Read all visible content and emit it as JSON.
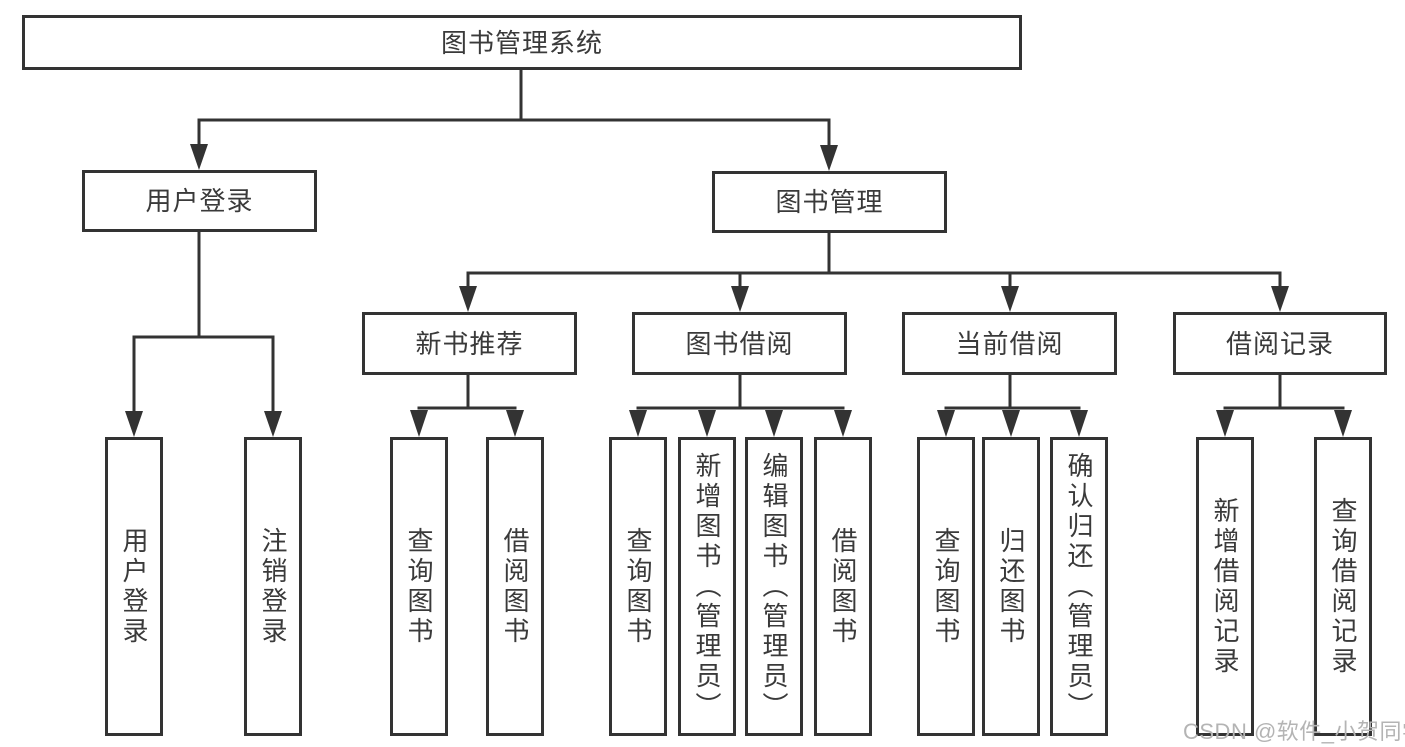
{
  "colors": {
    "border": "#333333",
    "line": "#333333",
    "text": "#3a3a3a",
    "watermark": "#b4b4b4",
    "background": "#ffffff"
  },
  "watermark": {
    "text": "CSDN @软件_小贺同学"
  },
  "tree": {
    "label": "图书管理系统",
    "children": [
      {
        "label": "用户登录",
        "children": [
          {
            "label": "用户登录"
          },
          {
            "label": "注销登录"
          }
        ]
      },
      {
        "label": "图书管理",
        "children": [
          {
            "label": "新书推荐",
            "children": [
              {
                "label": "查询图书"
              },
              {
                "label": "借阅图书"
              }
            ]
          },
          {
            "label": "图书借阅",
            "children": [
              {
                "label": "查询图书"
              },
              {
                "label": "新增图书（管理员）"
              },
              {
                "label": "编辑图书（管理员）"
              },
              {
                "label": "借阅图书"
              }
            ]
          },
          {
            "label": "当前借阅",
            "children": [
              {
                "label": "查询图书"
              },
              {
                "label": "归还图书"
              },
              {
                "label": "确认归还（管理员）"
              }
            ]
          },
          {
            "label": "借阅记录",
            "children": [
              {
                "label": "新增借阅记录"
              },
              {
                "label": "查询借阅记录"
              }
            ]
          }
        ]
      }
    ]
  }
}
